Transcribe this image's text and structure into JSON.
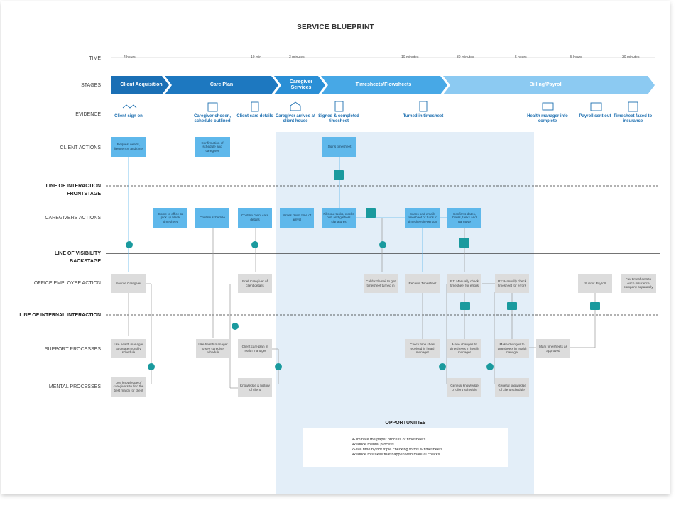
{
  "title": "SERVICE BLUEPRINT",
  "rows": {
    "time": "TIME",
    "stages": "STAGES",
    "evidence": "EVIDENCE",
    "client_actions": "CLIENT ACTIONS",
    "line_interaction": "LINE OF INTERACTION",
    "frontstage": "FRONTSTAGE",
    "caregivers_actions": "CAREGIVERS ACTIONS",
    "line_visibility": "LINE OF VISIBILITY",
    "backstage": "BACKSTAGE",
    "office_action": "OFFICE EMPLOYEE ACTION",
    "line_internal": "LINE OF INTERNAL INTERACTION",
    "support": "SUPPORT PROCESSES",
    "mental": "MENTAL PROCESSES"
  },
  "times": [
    "4 hours",
    "10 min",
    "3 minutes",
    "10 minutes",
    "30 minutes",
    "5 hours",
    "5 hours",
    "30 minutes"
  ],
  "stages": [
    "Client Acquisition",
    "Care Plan",
    "Caregiver Services",
    "Timesheets/Flowsheets",
    "Billing/Payroll"
  ],
  "evidence": [
    {
      "label": "Client sign on",
      "icon": "handshake-icon"
    },
    {
      "label": "Caregiver chosen, schedule outlined",
      "icon": "calendar-icon"
    },
    {
      "label": "Client care details",
      "icon": "clipboard-icon"
    },
    {
      "label": "Caregiver arrives at client house",
      "icon": "house-icon"
    },
    {
      "label": "Signed & completed timesheet",
      "icon": "signed-document-icon"
    },
    {
      "label": "Turned in timesheet",
      "icon": "document-check-icon"
    },
    {
      "label": "Health manager info complete",
      "icon": "monitor-icon"
    },
    {
      "label": "Payroll sent out",
      "icon": "money-icon"
    },
    {
      "label": "Timesheet faxed to insurance",
      "icon": "fax-icon"
    }
  ],
  "client_actions": [
    "Request needs, frequency, and time",
    "Confirmation of schedule and caregiver",
    "Signs timesheet"
  ],
  "caregiver_actions": [
    "Come to office to pick up blank timesheet",
    "Confirm schedule",
    "Confirm client care details",
    "Writes down time of arrival",
    "Fills out tasks, clocks out, and gathers signatures",
    "Scans and emails timesheet or turns in timesheet in-person",
    "Confirms dates, hours, tasks and narrative"
  ],
  "office_actions": [
    "Source Caregiver",
    "Brief Caregiver of client details",
    "Call/text/email to get timesheet turned in",
    "Receive Timesheet",
    "R1: Manually check timesheet for errors",
    "R2: Manually check timesheet for errors",
    "Submit Payroll",
    "Fax timesheets to each insurance company separately"
  ],
  "support_processes": [
    "Use health manager to create monthly schedule",
    "Use health manager to see caregiver schedule",
    "Client care plan in health manager",
    "Check time sheet received in health manager",
    "Make changes to timesheets in health manager",
    "Make changes to timesheets in health manager",
    "Mark timesheets as approved"
  ],
  "mental_processes": [
    "Use knowledge of caregivers to find the best match for client",
    "Knowledge & history of client",
    "General knowledge of client schedule",
    "General knowledge of client schedule"
  ],
  "opportunities": {
    "title": "OPPORTUNITIES",
    "items": [
      "•Eliminate the paper process of timesheets",
      "•Reduce mental process",
      "•Save time by not triple checking forms & timesheets",
      "•Reduce mistakes that happen with manual checks"
    ]
  },
  "colors": {
    "stage_dark": "#1a6fb5",
    "stage_mid": "#2a8fd6",
    "stage_light": "#8ccaf2",
    "blue_box": "#5fb8eb",
    "gray_box": "#dcdcdc",
    "teal_icon": "#1a9a9e",
    "highlight": "#e3eef8"
  }
}
